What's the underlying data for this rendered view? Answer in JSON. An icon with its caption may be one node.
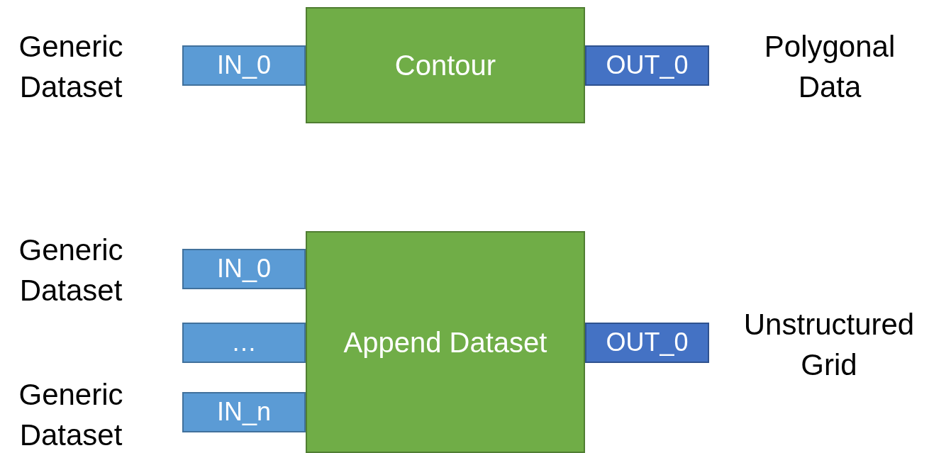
{
  "diagram": {
    "nodes": [
      {
        "text": [
          "Contour"
        ]
      },
      {
        "text": [
          "IN_0"
        ],
        "beside": [
          "Generic Dataset"
        ]
      },
      {
        "text": [
          "OUT_0"
        ],
        "beside": [
          "Polygonal Data"
        ]
      },
      {
        "text": [
          "Append Dataset"
        ]
      },
      {
        "text": [
          "IN_0"
        ],
        "beside": [
          "Generic Dataset"
        ]
      },
      {
        "text": [
          "…"
        ]
      },
      {
        "text": [
          "IN_n"
        ],
        "beside": [
          "Generic Dataset"
        ]
      },
      {
        "text": [
          "OUT_0"
        ],
        "beside": [
          "Unstructured Grid"
        ]
      }
    ]
  }
}
